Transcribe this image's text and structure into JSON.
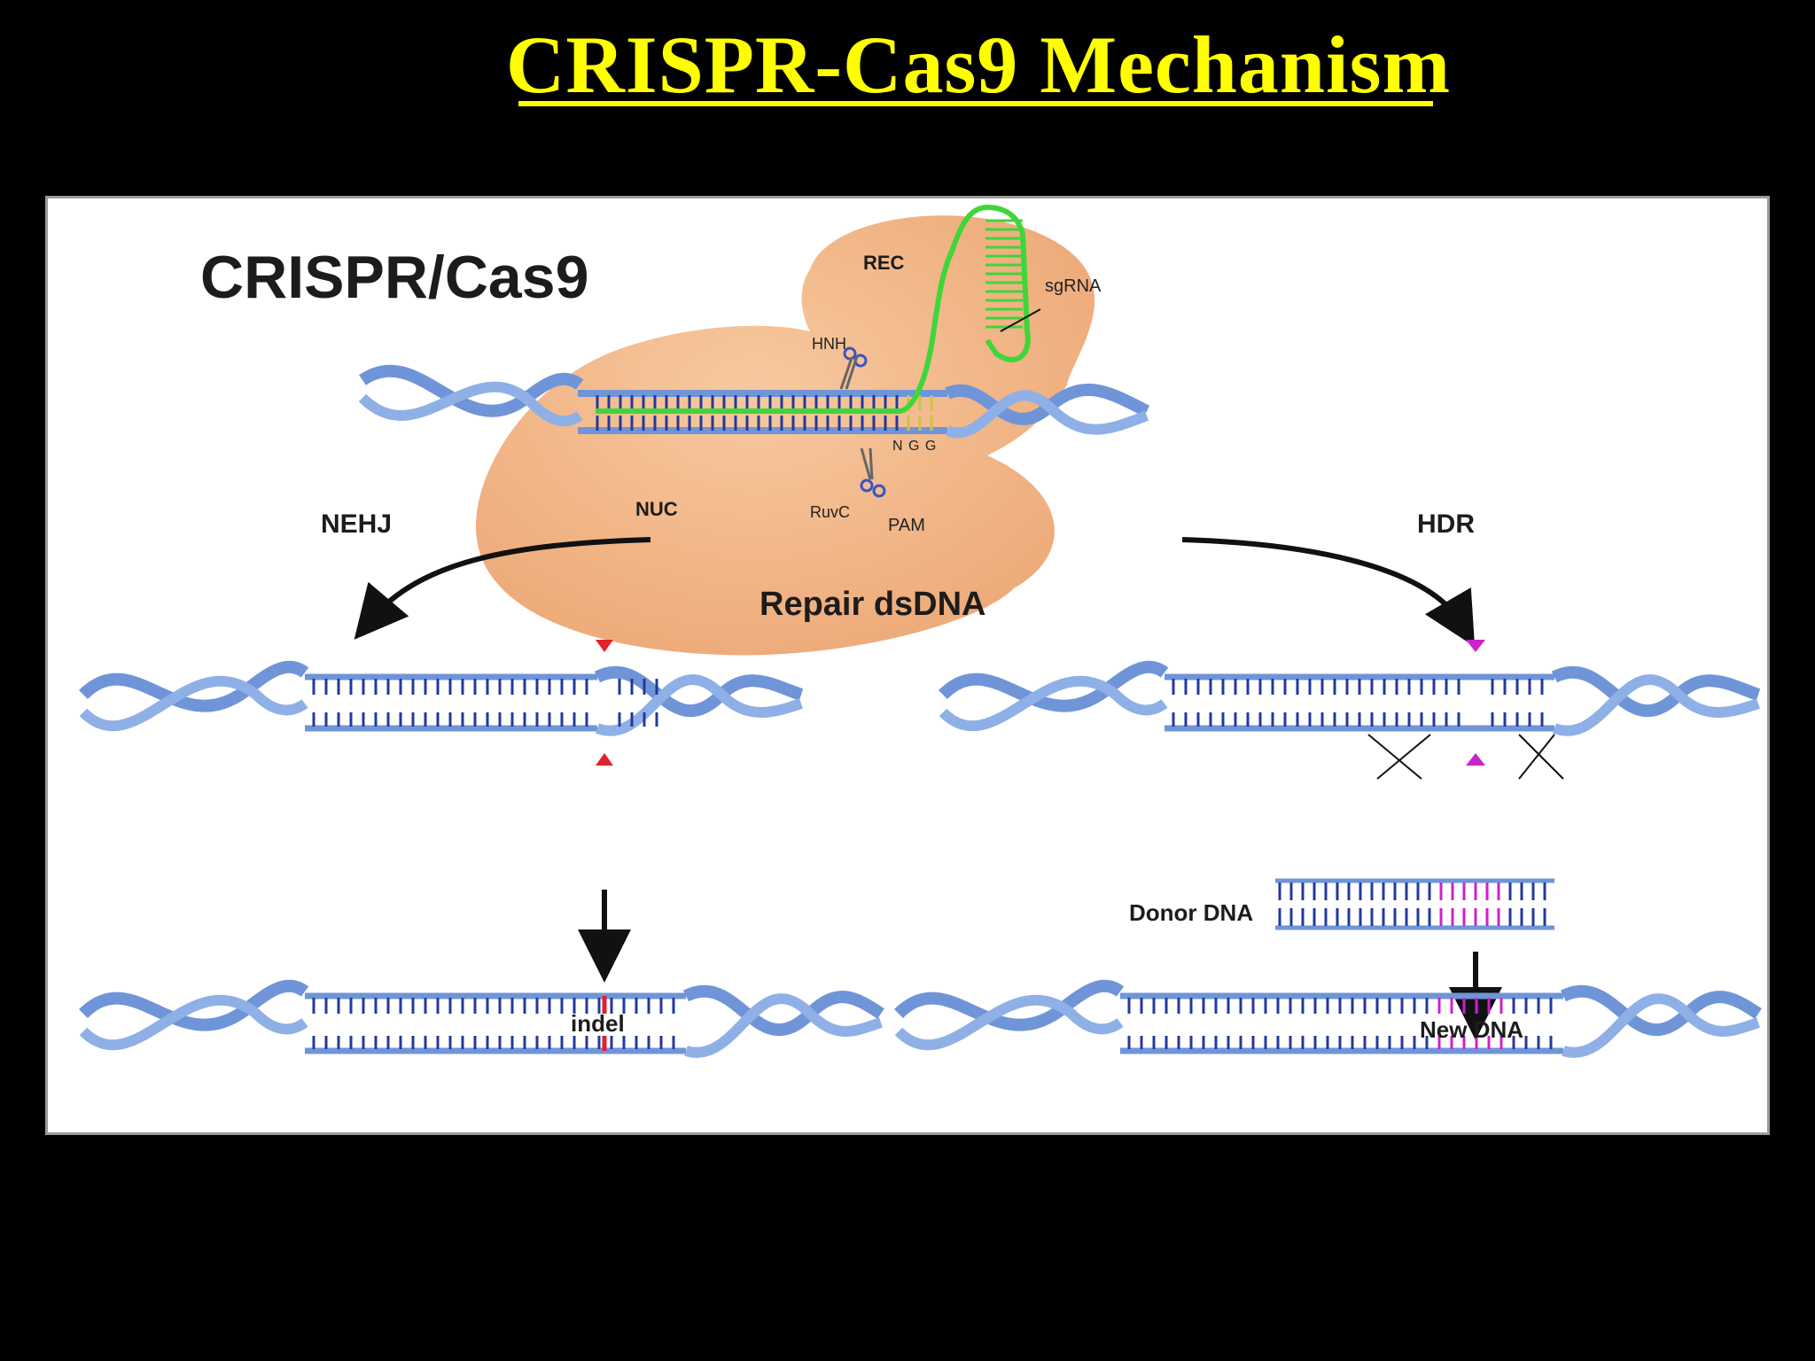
{
  "slide": {
    "title": "CRISPR-Cas9 Mechanism"
  },
  "figure": {
    "heading": "CRISPR/Cas9",
    "domains": {
      "rec": "REC",
      "nuc": "NUC"
    },
    "labels": {
      "sgrna": "sgRNA",
      "hnh": "HNH",
      "ruvc": "RuvC",
      "ngg": "N G G",
      "pam": "PAM",
      "nehj": "NEHJ",
      "hdr": "HDR",
      "repair": "Repair dsDNA",
      "donor": "Donor DNA",
      "indel": "indel",
      "new_dna": "New DNA"
    },
    "colors": {
      "cas9_body": "#f3b888",
      "dna_backbone": "#6f95d8",
      "dna_base": "#23399c",
      "sgrna": "#3fd63a",
      "pam_bases": "#c8c34a",
      "cut_nehj": "#e0222a",
      "cut_hdr": "#cc22cc",
      "new_dna": "#cc22cc"
    }
  }
}
